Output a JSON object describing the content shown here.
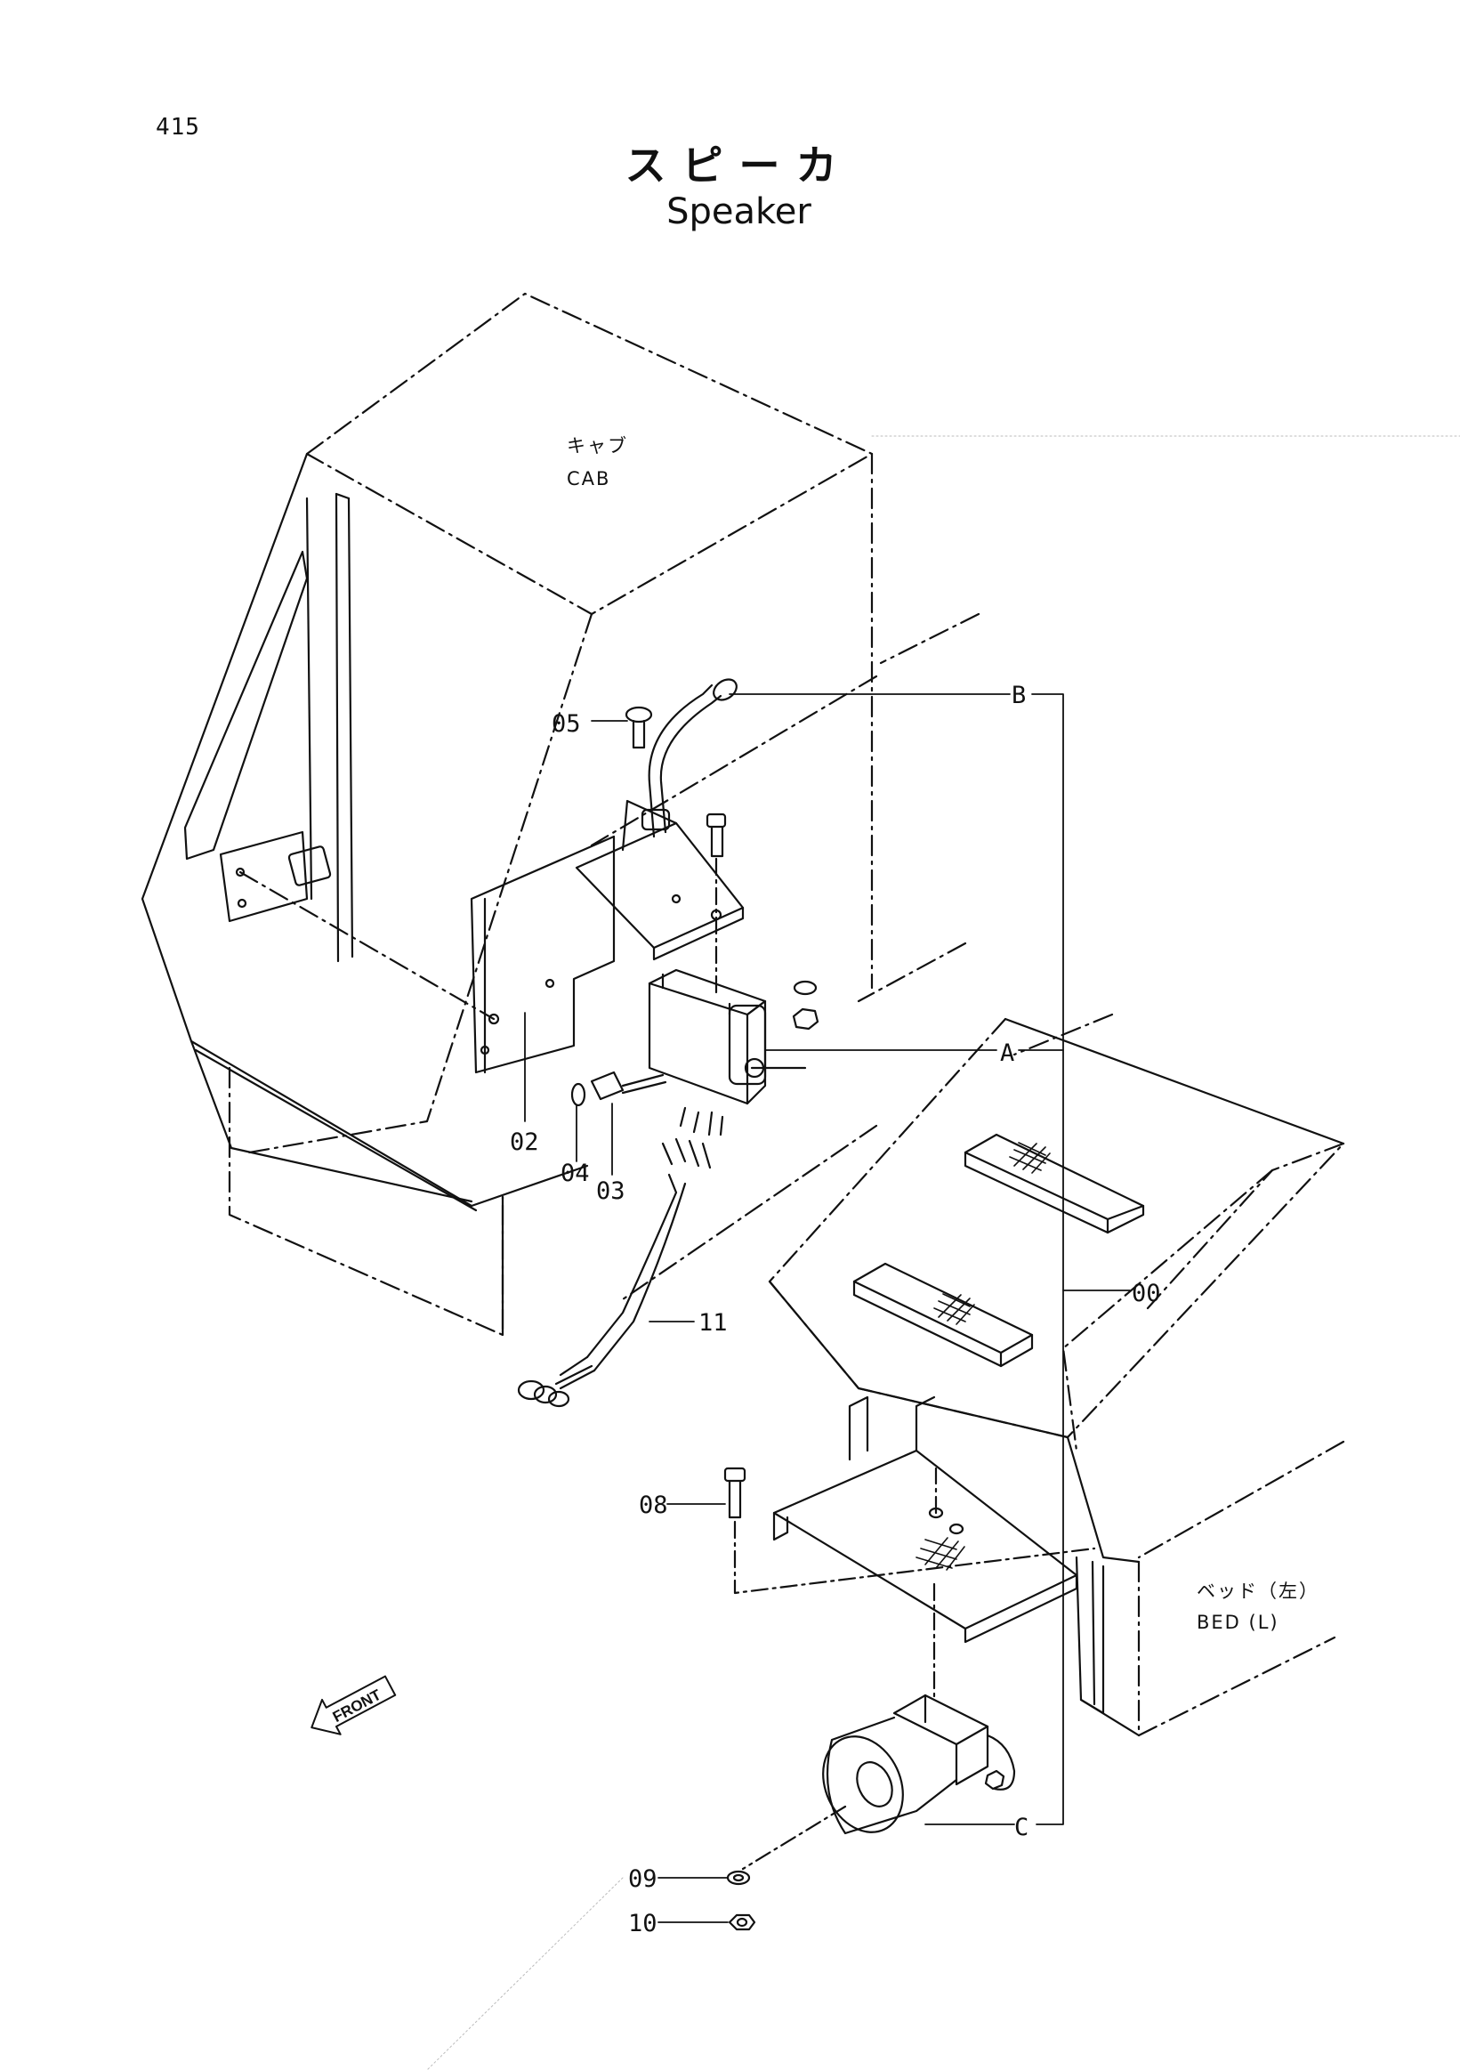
{
  "page_number": "415",
  "title_jp": "スピーカ",
  "title_en": "Speaker",
  "labels": {
    "cab_jp": "キャブ",
    "cab_en": "CAB",
    "bed_jp": "ベッド（左）",
    "bed_en": "BED (L)",
    "front": "FRONT"
  },
  "callouts": {
    "p00": "00",
    "p02": "02",
    "p03": "03",
    "p04": "04",
    "p05": "05",
    "p08": "08",
    "p09": "09",
    "p10": "10",
    "p11": "11",
    "a": "A",
    "b": "B",
    "c": "C"
  },
  "colors": {
    "line": "#111111",
    "background": "#ffffff"
  }
}
